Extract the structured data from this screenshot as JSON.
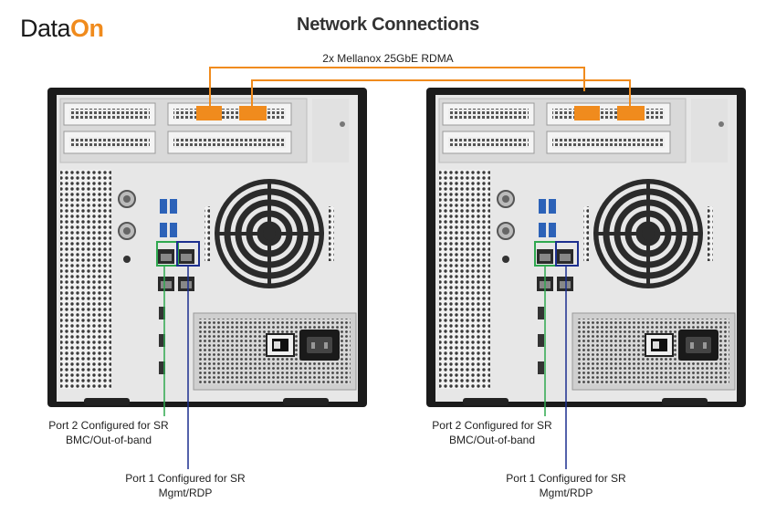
{
  "logo": {
    "part1": "Data",
    "part2": "On"
  },
  "title": "Network Connections",
  "rdma_label": "2x Mellanox 25GbE RDMA",
  "servers": [
    {
      "port2_caption": {
        "line1": "Port 2 Configured for SR",
        "line2": "BMC/Out-of-band"
      },
      "port1_caption": {
        "line1": "Port 1 Configured for SR",
        "line2": "Mgmt/RDP"
      }
    },
    {
      "port2_caption": {
        "line1": "Port 2 Configured for SR",
        "line2": "BMC/Out-of-band"
      },
      "port1_caption": {
        "line1": "Port 1 Configured for SR",
        "line2": "Mgmt/RDP"
      }
    }
  ],
  "colors": {
    "accent": "#f08b1d",
    "port2_highlight": "#2fa84f",
    "port1_highlight": "#1c2f8f",
    "chassis": "#1b1b1b",
    "panel": "#e4e4e4"
  },
  "icons": [
    "fan-icon",
    "power-switch-icon",
    "power-socket-icon",
    "usb-port-icon",
    "ethernet-port-icon"
  ]
}
